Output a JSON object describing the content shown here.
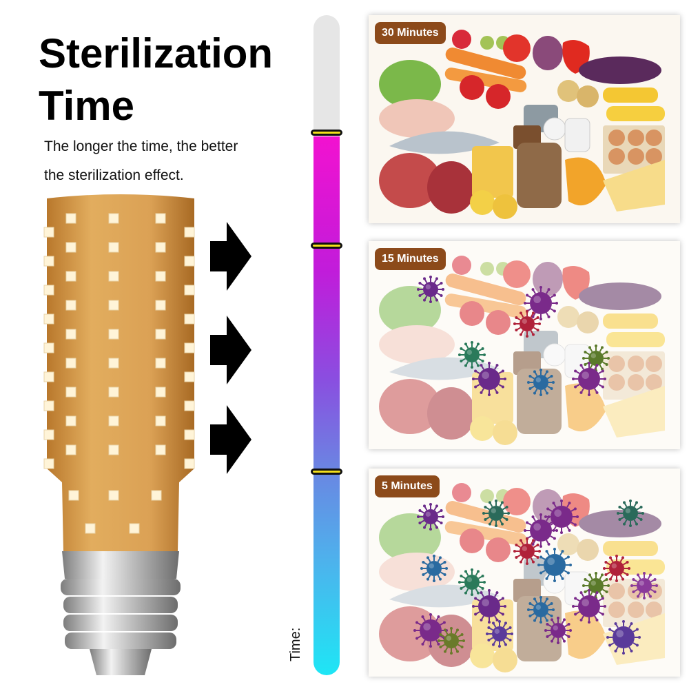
{
  "title": {
    "line1": "Sterilization",
    "line2": "Time"
  },
  "subtitle": {
    "line1": "The longer the time, the better",
    "line2": "the sterilization effect."
  },
  "timeline": {
    "label": "Time:"
  },
  "panels": [
    {
      "label": "30 Minutes",
      "germ_level": 0
    },
    {
      "label": "15 Minutes",
      "germ_level": 0.4
    },
    {
      "label": "5 Minutes",
      "germ_level": 1
    }
  ],
  "colors": {
    "badge": "#8c4a1a",
    "bulb_body": "#d7a052",
    "ring": "#f3df1c",
    "bar_top": "#f212d0",
    "bar_bottom": "#1ee6f5"
  },
  "icons": {
    "arrow": "right-arrow-icon",
    "germ": "virus-icon"
  }
}
